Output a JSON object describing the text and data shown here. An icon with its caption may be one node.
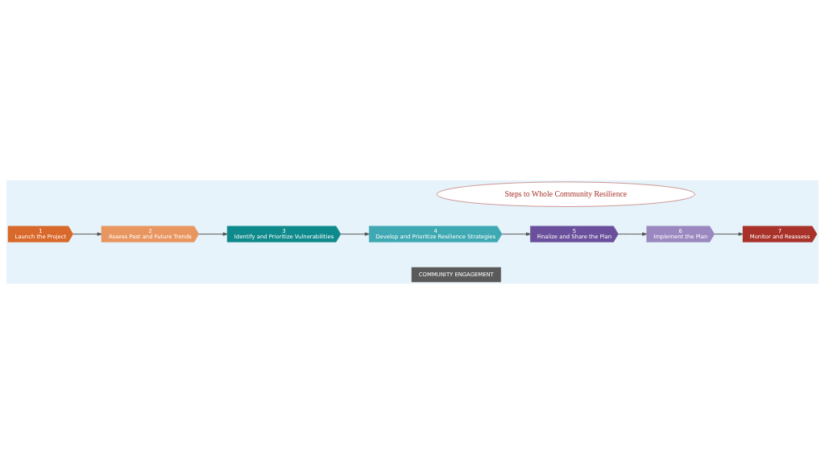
{
  "diagram": {
    "nodes": [
      {
        "text": [
          "Steps to Whole Community Resilience"
        ]
      },
      {
        "text": [
          "COMMUNITY ENGAGEMENT"
        ]
      },
      {
        "text": [
          "1",
          "Launch the Project"
        ]
      },
      {
        "text": [
          "2",
          "Assess Past and Future Trends"
        ]
      },
      {
        "text": [
          "3",
          "Identify and Prioritize Vulnerabilities"
        ]
      },
      {
        "text": [
          "4",
          "Develop and Prioritize Resilience Strategies"
        ]
      },
      {
        "text": [
          "5",
          "Finalize and Share the Plan"
        ]
      },
      {
        "text": [
          "6",
          "Implement the Plan"
        ]
      },
      {
        "text": [
          "7",
          "Monitor and Reassess"
        ]
      }
    ],
    "edges": [
      {
        "from": 2,
        "to": 3,
        "arrow": "to"
      },
      {
        "from": 3,
        "to": 4,
        "arrow": "to"
      },
      {
        "from": 4,
        "to": 5,
        "arrow": "to"
      },
      {
        "from": 5,
        "to": 6,
        "arrow": "to"
      },
      {
        "from": 6,
        "to": 7,
        "arrow": "to"
      },
      {
        "from": 7,
        "to": 8,
        "arrow": "to"
      }
    ]
  }
}
